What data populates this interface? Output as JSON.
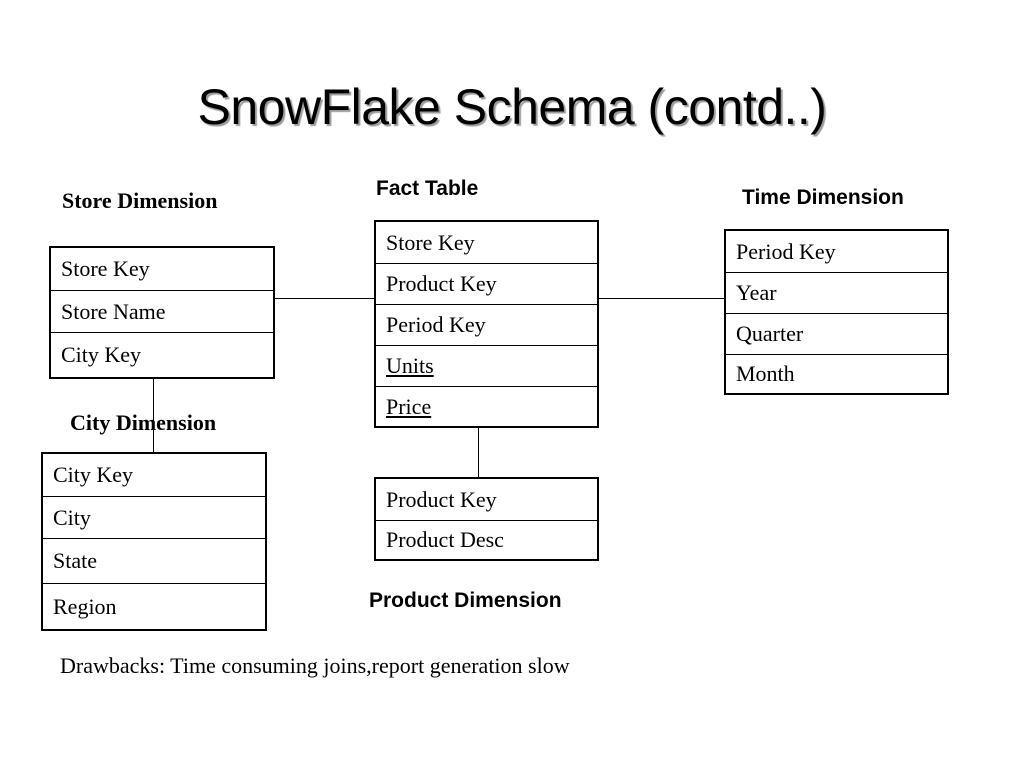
{
  "title": "SnowFlake Schema (contd..)",
  "tables": {
    "store_dimension": {
      "caption": "Store Dimension",
      "rows": [
        "Store Key",
        "Store Name",
        "City Key"
      ]
    },
    "fact_table": {
      "caption": "Fact Table",
      "rows": [
        "Store Key",
        "Product Key",
        "Period Key",
        "Units",
        "Price"
      ]
    },
    "time_dimension": {
      "caption": "Time Dimension",
      "rows": [
        "Period Key",
        "Year",
        "Quarter",
        "Month"
      ]
    },
    "city_dimension": {
      "caption": "City Dimension",
      "rows": [
        "City Key",
        "City",
        "State",
        "Region"
      ]
    },
    "product_dimension": {
      "caption": "Product Dimension",
      "rows": [
        "Product Key",
        "Product Desc"
      ]
    }
  },
  "footer": "Drawbacks: Time consuming joins,report generation slow"
}
